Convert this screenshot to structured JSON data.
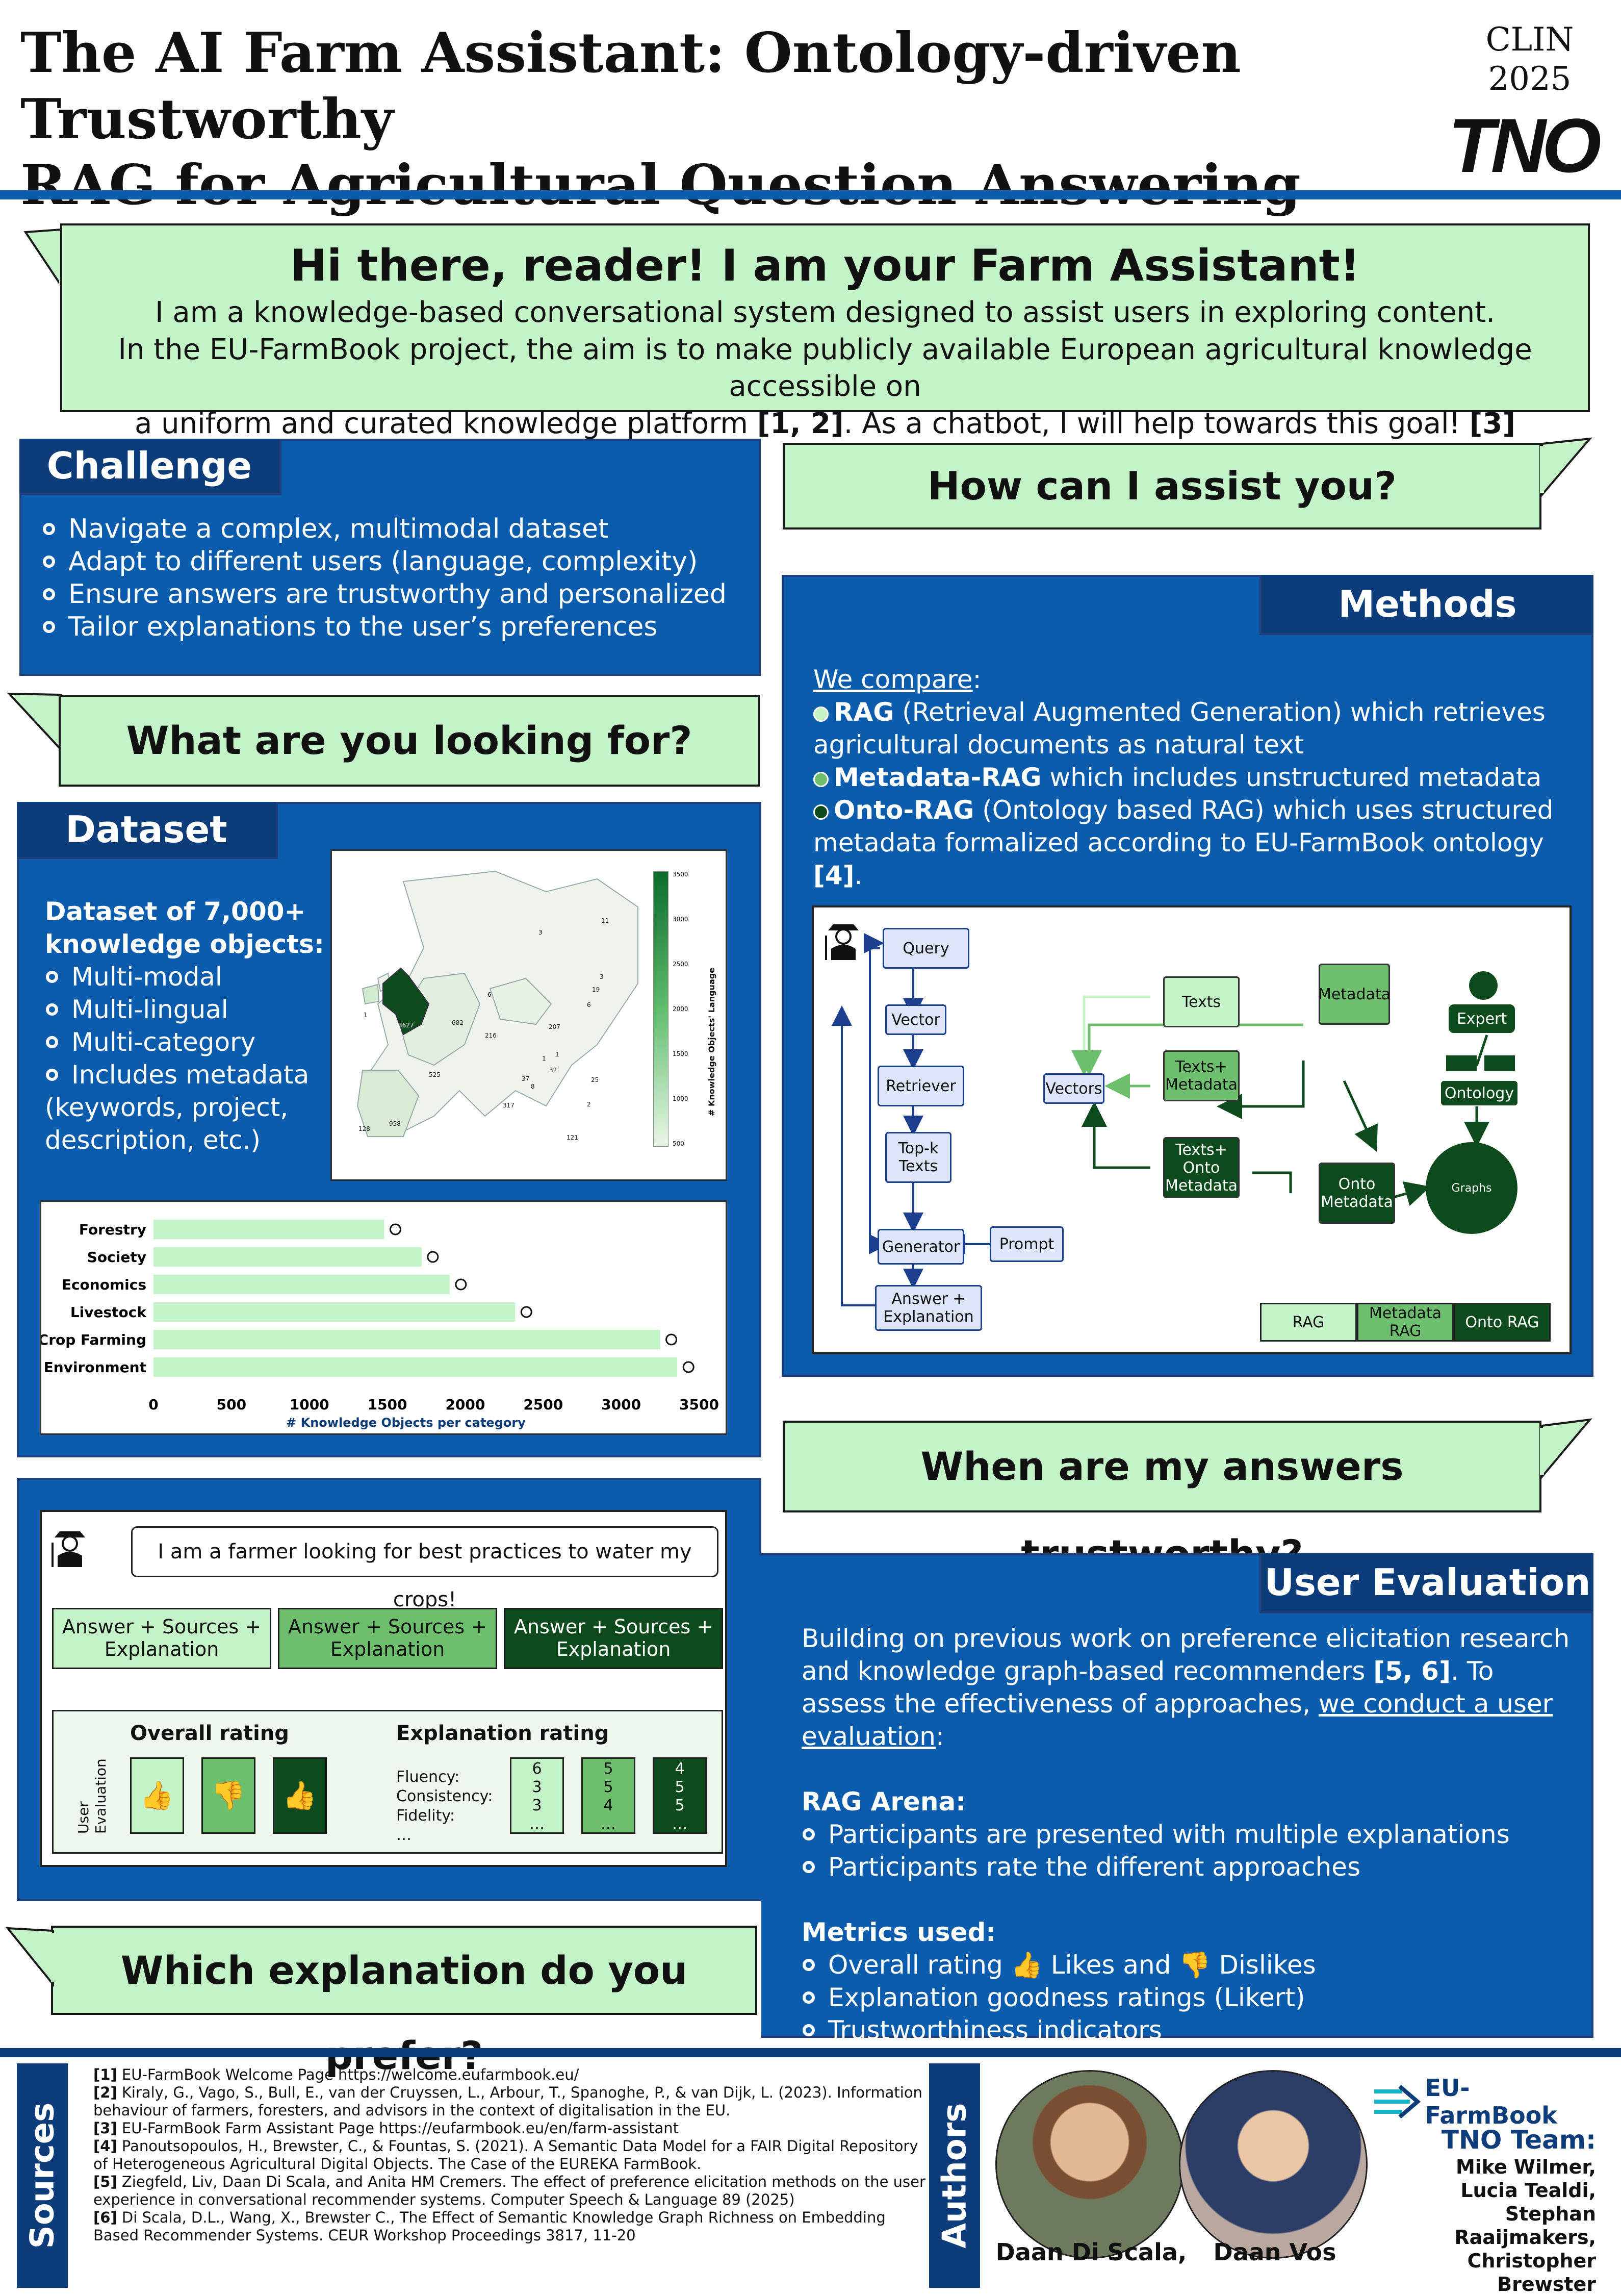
{
  "header": {
    "title_line1": "The AI Farm Assistant: Ontology-driven Trustworthy",
    "title_line2": "RAG for Agricultural Question Answering",
    "conference_1": "CLIN",
    "conference_2": "2025",
    "logo": "TNO"
  },
  "intro": {
    "heading": "Hi there, reader! I am your Farm Assistant!",
    "line1": "I am a knowledge-based conversational system designed to assist users in exploring content.",
    "line2": "In the EU-FarmBook project, the aim is to make publicly available European agricultural knowledge accessible on",
    "line3a": "a uniform and curated knowledge platform ",
    "line3b": "[1, 2]",
    "line3c": ". As a chatbot, I will help towards this goal! ",
    "line3d": "[3]"
  },
  "challenge": {
    "title": "Challenge",
    "items": [
      "Navigate a complex, multimodal dataset",
      "Adapt to different users (language, complexity)",
      "Ensure answers are trustworthy and personalized",
      "Tailor explanations to the user’s preferences"
    ]
  },
  "bubbles": {
    "assist": "How can I assist you?",
    "looking": "What are you looking for?",
    "trust": "When are my answers trustworthy?",
    "prefer": "Which explanation do you prefer?"
  },
  "dataset": {
    "title": "Dataset",
    "heading1": "Dataset of 7,000+",
    "heading2": "knowledge objects:",
    "items": [
      "Multi-modal",
      "Multi-lingual",
      "Multi-category",
      "Includes metadata"
    ],
    "extra1": "(keywords, project,",
    "extra2": "description, etc.)"
  },
  "map": {
    "legend_title": "# Knowledge Objects' Language",
    "legend_ticks": [
      "3500",
      "3000",
      "2500",
      "2000",
      "1500",
      "1000",
      "500"
    ],
    "labels": [
      "3627",
      "1",
      "682",
      "216",
      "207",
      "525",
      "958",
      "128",
      "317",
      "37",
      "32",
      "8",
      "25",
      "121",
      "11",
      "3",
      "19",
      "6",
      "3",
      "1",
      "1",
      "6",
      "2"
    ]
  },
  "chart_data": {
    "type": "bar",
    "orientation": "horizontal",
    "categories": [
      "Forestry",
      "Society",
      "Economics",
      "Livestock",
      "Crop Farming",
      "Environment"
    ],
    "values": [
      1480,
      1720,
      1900,
      2320,
      3250,
      3360
    ],
    "xlabel": "# Knowledge Objects per category",
    "xlim": [
      0,
      3500
    ],
    "xticks": [
      "0",
      "500",
      "1000",
      "1500",
      "2000",
      "2500",
      "3000",
      "3500"
    ],
    "bar_color": "#c3f3c6",
    "grid": false
  },
  "methods": {
    "title": "Methods",
    "compare": "We compare",
    "colon": ":",
    "items": [
      {
        "bold": "RAG",
        "text": " (Retrieval Augmented Generation) which retrieves agricultural documents as natural text"
      },
      {
        "bold": "Metadata-RAG",
        "text": " which includes unstructured metadata"
      },
      {
        "bold": "Onto-RAG",
        "text": " (Ontology based RAG) which uses structured metadata formalized according to EU-FarmBook ontology "
      }
    ],
    "ref": "[4]",
    "period": "."
  },
  "diagram": {
    "query": "Query",
    "vector": "Vector",
    "retriever": "Retriever",
    "vectors": "Vectors",
    "topk": "Top-k Texts",
    "generator": "Generator",
    "prompt": "Prompt",
    "answer": "Answer + Explanation",
    "texts": "Texts",
    "texts_meta": "Texts+ Metadata",
    "texts_onto": "Texts+ Onto Metadata",
    "metadata": "Metadata",
    "expert": "Expert",
    "ontology": "Ontology",
    "onto_meta": "Onto Metadata",
    "graphs": "Graphs",
    "legend": [
      "RAG",
      "Metadata RAG",
      "Onto RAG"
    ],
    "colors": {
      "rag": "#c3f3c6",
      "meta": "#6dbf6d",
      "onto": "#0d4a1c"
    }
  },
  "user_eval": {
    "title": "User Evaluation",
    "para": "Building on previous work on preference elicitation research and knowledge graph-based recommenders ",
    "para_ref": "[5, 6]",
    "para2": ". To assess the effectiveness of approaches, ",
    "para_link": "we conduct a user evaluation",
    "para_end": ":",
    "arena": "RAG Arena:",
    "arena_items": [
      "Participants are presented with multiple explanations",
      "Participants rate the different approaches"
    ],
    "metrics": "Metrics used:",
    "metric1a": "Overall rating ",
    "metric1b": " Likes and ",
    "metric1c": " Dislikes",
    "metric2": "Explanation goodness ratings (Likert)",
    "metric3": "Trustworthiness indicators"
  },
  "mock": {
    "query": "I am a farmer looking for best practices to water my crops!",
    "answer": "Answer + Sources + Explanation",
    "vertical": "User Evaluation",
    "overall": "Overall rating",
    "expl": "Explanation rating",
    "metrics": [
      "Fluency:",
      "Consistency:",
      "Fidelity:",
      "…"
    ],
    "scores": [
      [
        "6",
        "3",
        "3",
        "…"
      ],
      [
        "5",
        "5",
        "4",
        "…"
      ],
      [
        "4",
        "5",
        "5",
        "…"
      ]
    ]
  },
  "sources": {
    "label": "Sources",
    "refs": [
      {
        "n": "[1]",
        "t": " EU-FarmBook Welcome Page https://welcome.eufarmbook.eu/"
      },
      {
        "n": "[2]",
        "t": " Kiraly, G., Vago, S., Bull, E., van der Cruyssen, L., Arbour, T., Spanoghe, P., & van Dijk, L. (2023). Information behaviour of farmers, foresters, and advisors in the context of digitalisation in the EU."
      },
      {
        "n": "[3]",
        "t": " EU-FarmBook Farm Assistant Page https://eufarmbook.eu/en/farm-assistant"
      },
      {
        "n": "[4]",
        "t": " Panoutsopoulos, H., Brewster, C., & Fountas, S. (2021). A Semantic Data Model for a FAIR Digital Repository of Heterogeneous Agricultural Digital Objects. The Case of the EUREKA FarmBook."
      },
      {
        "n": "[5]",
        "t": " Ziegfeld, Liv, Daan Di Scala, and Anita HM Cremers. The effect of preference elicitation methods on the user experience in conversational recommender systems. Computer Speech & Language 89 (2025)"
      },
      {
        "n": "[6]",
        "t": " Di Scala, D.L., Wang, X., Brewster C., The Effect of Semantic Knowledge Graph Richness on Embedding Based Recommender Systems. CEUR Workshop Proceedings 3817, 11-20"
      }
    ]
  },
  "authors": {
    "label": "Authors",
    "a1": "Daan Di Scala,",
    "a2": "Daan Vos",
    "eu": "EU-FarmBook",
    "team": "TNO Team:",
    "members": [
      "Mike Wilmer,",
      "Lucia Tealdi,",
      "Stephan Raaijmakers,",
      "Christopher Brewster"
    ]
  }
}
